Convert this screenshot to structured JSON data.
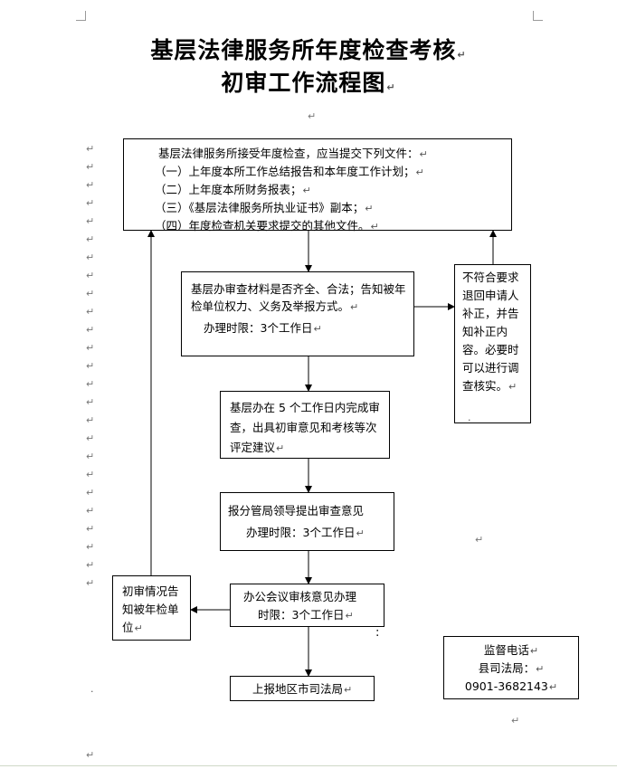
{
  "title": {
    "line1": "基层法律服务所年度检查考核",
    "line2": "初审工作流程图"
  },
  "boxes": {
    "submission": {
      "intro": "基层法律服务所接受年度检查，应当提交下列文件：",
      "items": [
        "（一）上年度本所工作总结报告和本年度工作计划；",
        "（二）上年度本所财务报表；",
        "（三）《基层法律服务所执业证书》副本；",
        "（四）年度检查机关要求提交的其他文件。"
      ]
    },
    "review": {
      "text": "基层办审查材料是否齐全、合法；告知被年检单位权力、义务及举报方式。",
      "time": "办理时限：3个工作日"
    },
    "reject": {
      "text": "不符合要求退回申请人补正，并告知补正内容。必要时可以进行调查核实。"
    },
    "initial_review": {
      "text": "基层办在 5 个工作日内完成审查，出具初审意见和考核等次评定建议"
    },
    "leader": {
      "text": "报分管局领导提出审查意见",
      "time": "办理时限：3个工作日"
    },
    "meeting": {
      "text": "办公会议审核意见办理",
      "time": "时限：3个工作日"
    },
    "notify": {
      "text": "初审情况告知被年检单位"
    },
    "report": {
      "text": "上报地区市司法局"
    },
    "contact": {
      "label": "监督电话",
      "org": "县司法局：",
      "phone": "0901-3682143"
    }
  },
  "paragraph_mark": "↵",
  "stray_marks": [
    ":",
    ".",
    "."
  ]
}
